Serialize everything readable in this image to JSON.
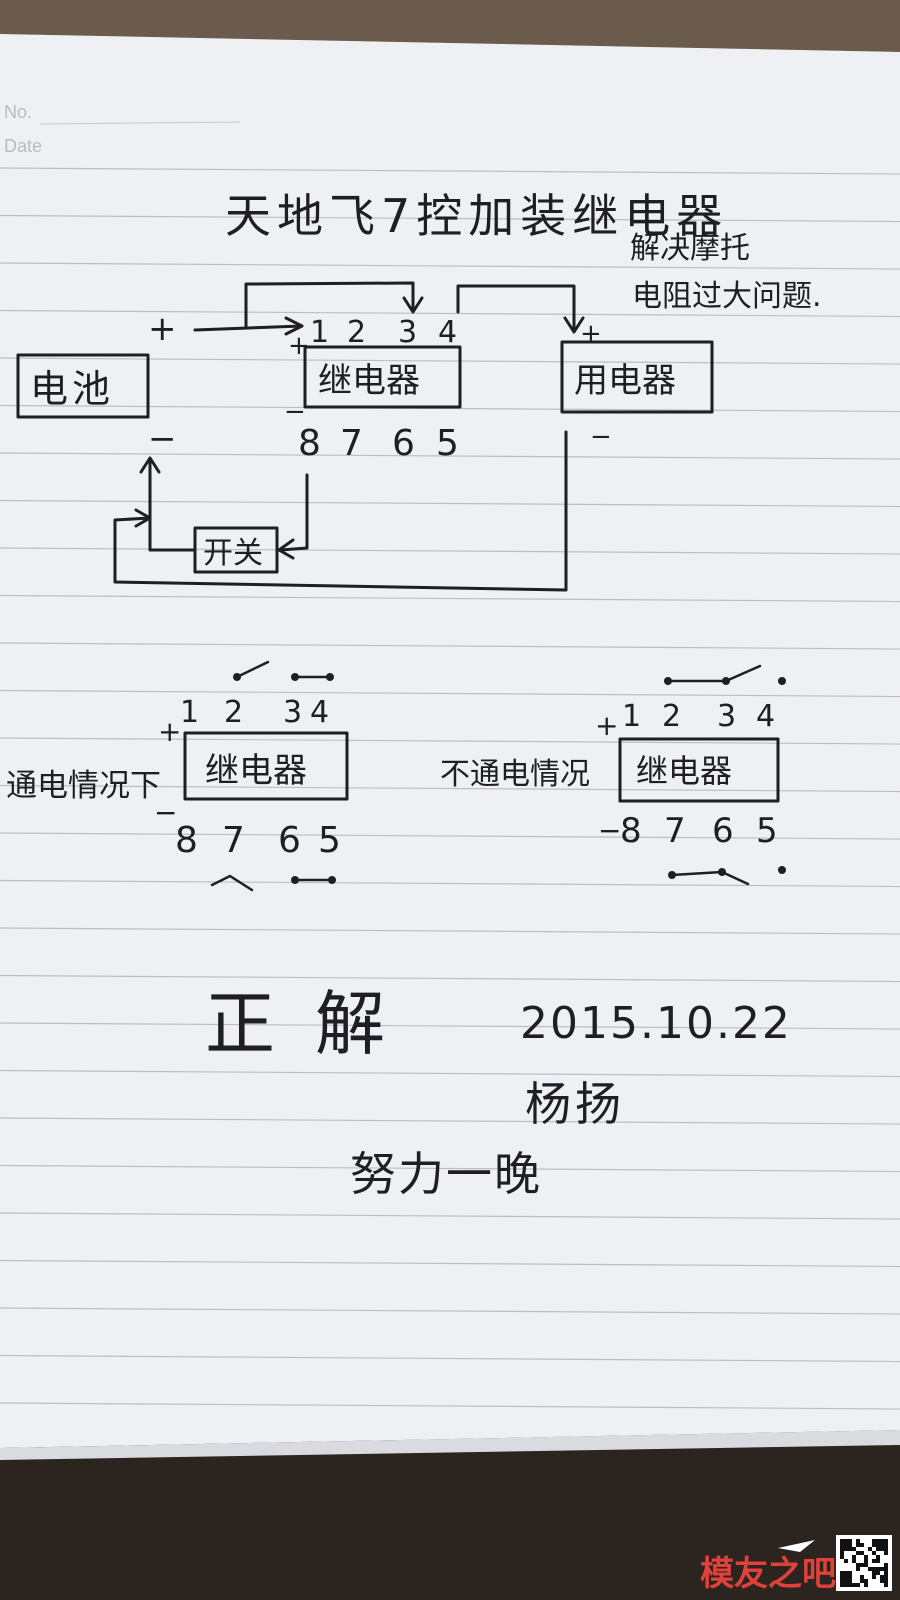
{
  "header": {
    "no_label": "No.",
    "date_label": "Date"
  },
  "title": "天地飞7控加装继电器",
  "side_note": {
    "line1": "解决摩托",
    "line2": "电阻过大问题."
  },
  "diagram": {
    "battery_label": "电池",
    "relay_label": "继电器",
    "load_label": "用电器",
    "switch_label": "开关",
    "plus": "+",
    "minus": "−",
    "pins_top": [
      "1",
      "2",
      "3",
      "4"
    ],
    "pins_bottom": [
      "8",
      "7",
      "6",
      "5"
    ]
  },
  "states": {
    "energized_label": "通电情况下",
    "deenergized_label": "不通电情况",
    "relay_label": "继电器",
    "plus": "+",
    "minus": "−",
    "pins_top": [
      "1",
      "2",
      "3",
      "4"
    ],
    "pins_bottom": [
      "8",
      "7",
      "6",
      "5"
    ]
  },
  "footer": {
    "correct": "正解",
    "date": "2015.10.22",
    "name": "杨扬",
    "nickname": "努力一晚"
  },
  "watermark": {
    "brand": "模友之吧"
  },
  "colors": {
    "ink": "#1e1e24",
    "paper": "#eef0f3",
    "rule": "#b9bfc8",
    "table": "#5b4b3e",
    "watermark": "#e0413b"
  }
}
